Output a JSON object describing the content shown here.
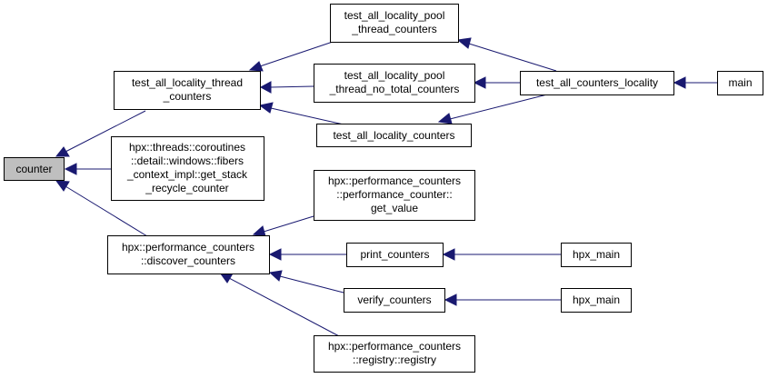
{
  "nodes": {
    "counter": [
      "counter"
    ],
    "thread_counters": [
      "test_all_locality_thread",
      "_counters"
    ],
    "fibers": [
      "hpx::threads::coroutines",
      "::detail::windows::fibers",
      "_context_impl::get_stack",
      "_recycle_counter"
    ],
    "discover": [
      "hpx::performance_counters",
      "::discover_counters"
    ],
    "pool_thread": [
      "test_all_locality_pool",
      "_thread_counters"
    ],
    "pool_no_total": [
      "test_all_locality_pool",
      "_thread_no_total_counters"
    ],
    "all_locality": [
      "test_all_locality_counters"
    ],
    "get_value": [
      "hpx::performance_counters",
      "::performance_counter::",
      "get_value"
    ],
    "print": [
      "print_counters"
    ],
    "verify": [
      "verify_counters"
    ],
    "registry": [
      "hpx::performance_counters",
      "::registry::registry"
    ],
    "counters_locality": [
      "test_all_counters_locality"
    ],
    "main": [
      "main"
    ],
    "hpx_main_1": [
      "hpx_main"
    ],
    "hpx_main_2": [
      "hpx_main"
    ]
  },
  "colors": {
    "edge": "#191970",
    "root_fill": "#bfbfbf",
    "node_fill": "#ffffff",
    "node_border": "#000000"
  }
}
